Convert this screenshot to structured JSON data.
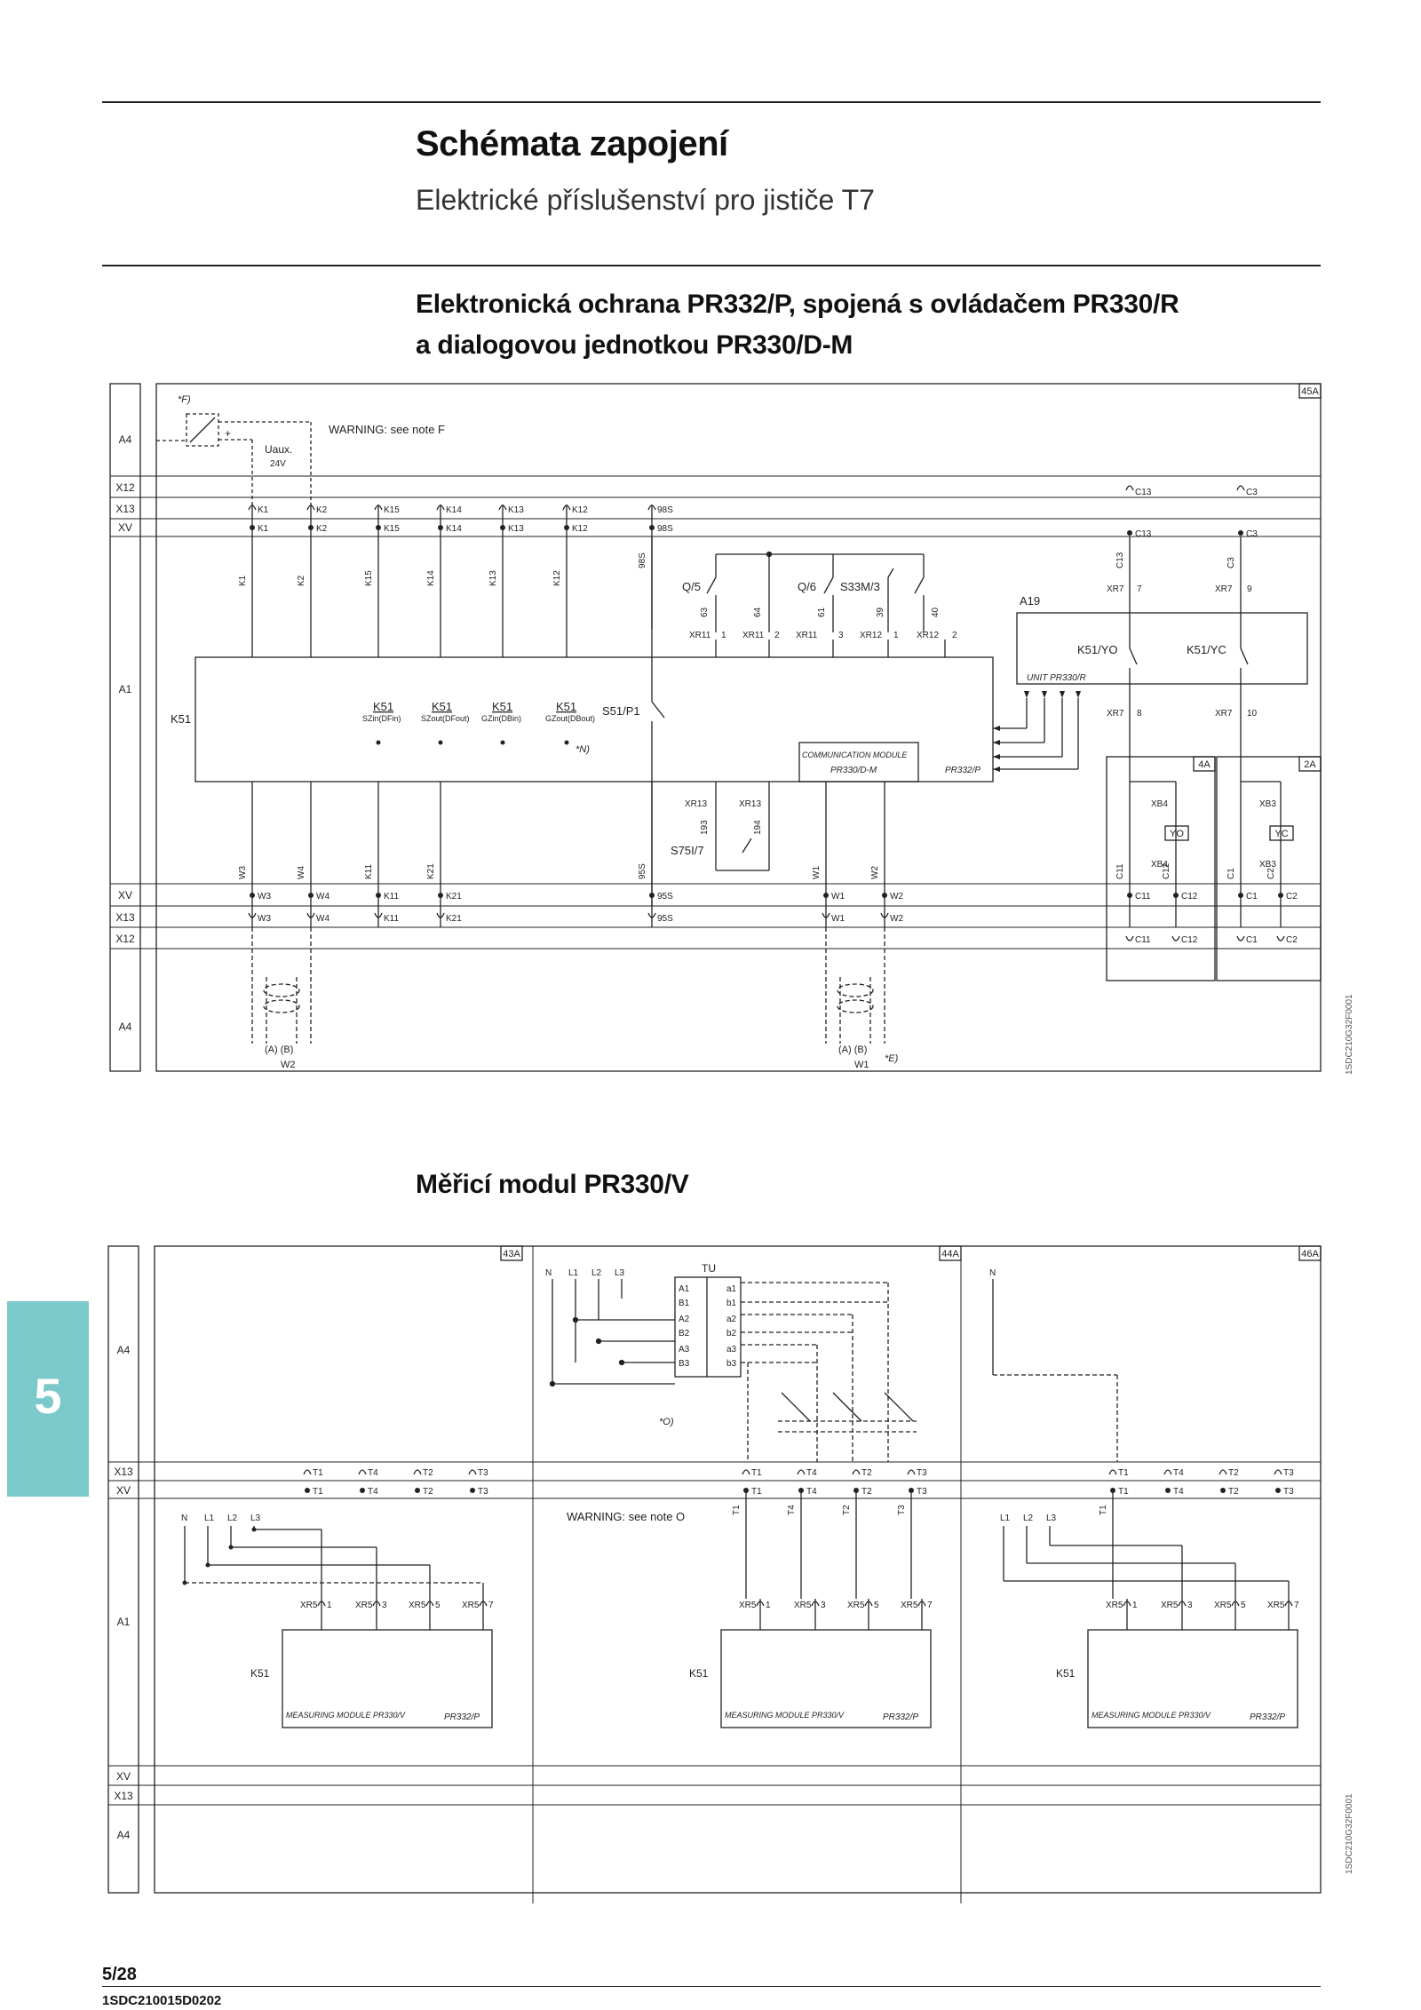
{
  "header": {
    "title": "Schémata zapojení",
    "subtitle": "Elektrické příslušenství pro jističe T7"
  },
  "section1": {
    "title_line1": "Elektronická ochrana PR332/P, spojená s ovládačem PR330/R",
    "title_line2": "a dialogovou jednotkou PR330/D-M",
    "sheet_ref": "45A",
    "code": "1SDC210G32F0001",
    "rows": [
      "A4",
      "X12",
      "X13",
      "XV",
      "A1",
      "XV",
      "X13",
      "X12",
      "A4"
    ],
    "warning": "WARNING: see note F",
    "note_f": "*F)",
    "note_n": "*N)",
    "note_e": "*E)",
    "uaux": "Uaux.",
    "voltage": "24V",
    "k51": "K51",
    "top_terminals": [
      "K1",
      "K2",
      "K15",
      "K14",
      "K13",
      "K12",
      "98S"
    ],
    "bottom_terminals": [
      "W3",
      "W4",
      "K11",
      "K21",
      "95S",
      "W1",
      "W2"
    ],
    "right_top": [
      "C13",
      "C3"
    ],
    "right_bottom": [
      "C11",
      "C12",
      "C1",
      "C2"
    ],
    "k51_contacts": [
      "SZin(DFin)",
      "SZout(DFout)",
      "GZin(DBin)",
      "GZout(DBout)"
    ],
    "s51": "S51/P1",
    "comm_module": "COMMUNICATION MODULE",
    "pr330dm": "PR330/D-M",
    "pr332p": "PR332/P",
    "unit_pr330r": "UNIT PR330/R",
    "a19": "A19",
    "k51yo": "K51/YO",
    "k51yc": "K51/YC",
    "q5": "Q/5",
    "q6": "Q/6",
    "s33m": "S33M/3",
    "s75i": "S75I/7",
    "xr11": "XR11",
    "xr12": "XR12",
    "xr13": "XR13",
    "xr7": "XR7",
    "xb4": "XB4",
    "xb3": "XB3",
    "yo": "YO",
    "yc": "YC",
    "s4a": "4A",
    "s2a": "2A",
    "w1": "W1",
    "w2": "W2",
    "ab": "(A) (B)",
    "nums": [
      "63",
      "64",
      "61",
      "39",
      "40",
      "193",
      "194",
      "1",
      "2",
      "3",
      "7",
      "8",
      "9",
      "10"
    ]
  },
  "section2": {
    "title": "Měřicí modul PR330/V",
    "sheet_refs": [
      "43A",
      "44A",
      "46A"
    ],
    "code": "1SDC210G32F0001",
    "rows": [
      "A4",
      "X13",
      "XV",
      "A1",
      "XV",
      "X13",
      "A4"
    ],
    "warning": "WARNING: see note O",
    "note_o": "*O)",
    "tu": "TU",
    "tu_terms_left": [
      "A1",
      "B1",
      "A2",
      "B2",
      "A3",
      "B3"
    ],
    "tu_terms_right": [
      "a1",
      "b1",
      "a2",
      "b2",
      "a3",
      "b3"
    ],
    "lines": [
      "N",
      "L1",
      "L2",
      "L3"
    ],
    "terminals": [
      "T1",
      "T4",
      "T2",
      "T3"
    ],
    "xr5": "XR5",
    "xr5_pins": [
      "1",
      "3",
      "5",
      "7"
    ],
    "k51": "K51",
    "measuring": "MEASURING MODULE PR330/V",
    "pr332p": "PR332/P"
  },
  "footer": {
    "chapter": "5",
    "page": "5/28",
    "doc": "1SDC210015D0202"
  }
}
